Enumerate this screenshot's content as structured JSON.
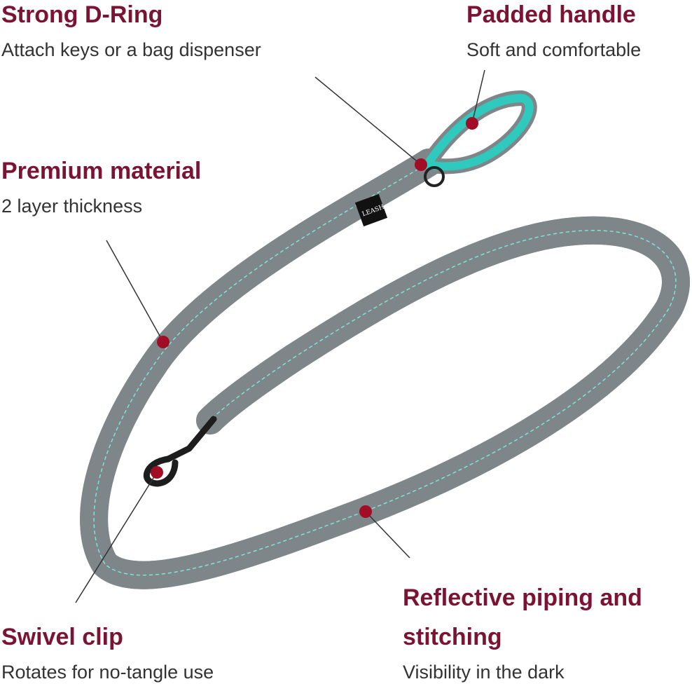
{
  "features": [
    {
      "title": "Strong D-Ring",
      "subtitle": "Attach keys or a bag dispenser"
    },
    {
      "title": "Padded handle",
      "subtitle": "Soft and comfortable"
    },
    {
      "title": "Premium material",
      "subtitle": "2 layer thickness"
    },
    {
      "title": "Swivel clip",
      "subtitle": "Rotates for no-tangle use"
    },
    {
      "title": "Reflective piping and",
      "title2": "stitching",
      "subtitle": "Visibility in the dark"
    }
  ],
  "brand_logo": "LEASH BOSS",
  "colors": {
    "accent": "#7b1434",
    "leash": "#2fc9bd",
    "piping": "#8a8f91",
    "marker": "#a10d25"
  }
}
